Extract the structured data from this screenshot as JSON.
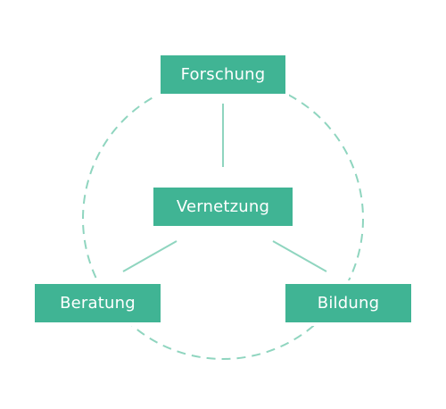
{
  "colors": {
    "node_fill": "#40b494",
    "connector": "#8fd5bf",
    "text": "#ffffff"
  },
  "nodes": {
    "forschung": "Forschung",
    "vernetzung": "Vernetzung",
    "beratung": "Beratung",
    "bildung": "Bildung"
  }
}
